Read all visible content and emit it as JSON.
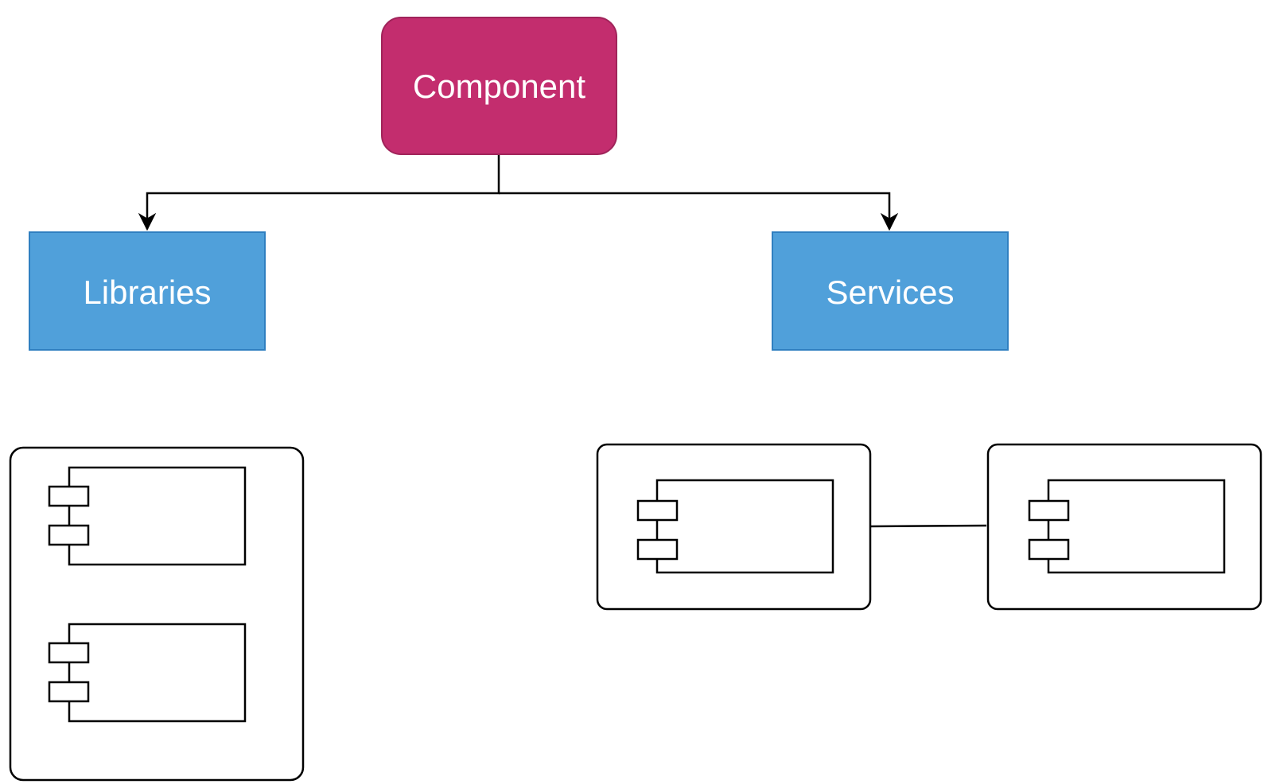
{
  "diagram": {
    "nodes": {
      "component": {
        "label": "Component",
        "fill": "#c32d6e",
        "stroke": "#a0245a"
      },
      "libraries": {
        "label": "Libraries",
        "fill": "#50a0da",
        "stroke": "#2f7fc0"
      },
      "services": {
        "label": "Services",
        "fill": "#50a0da",
        "stroke": "#2f7fc0"
      }
    },
    "edges": [
      {
        "from": "component",
        "to": "libraries",
        "arrow": true
      },
      {
        "from": "component",
        "to": "services",
        "arrow": true
      },
      {
        "from": "services-group-a",
        "to": "services-group-b",
        "arrow": false
      }
    ],
    "groups": [
      {
        "name": "libraries-group",
        "component_count": 2
      },
      {
        "name": "services-group-a",
        "component_count": 1
      },
      {
        "name": "services-group-b",
        "component_count": 1
      }
    ]
  }
}
